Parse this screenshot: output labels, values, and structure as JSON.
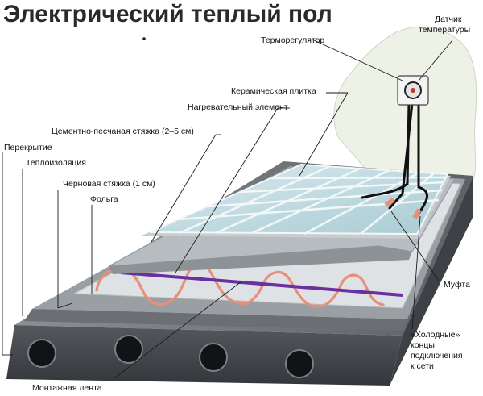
{
  "title": "Электрический теплый пол",
  "labels": {
    "thermostat": "Терморегулятор",
    "sensor_line1": "Датчик",
    "sensor_line2": "температуры",
    "tile": "Керамическая плитка",
    "heating_element": "Нагревательный элемент",
    "screed": "Цементно-песчаная стяжка (2–5 см)",
    "slab": "Перекрытие",
    "insulation": "Теплоизоляция",
    "rough_screed": "Черновая стяжка (1 см)",
    "foil": "Фольга",
    "coupling": "Муфта",
    "cold_ends_line1": "«Холодные»",
    "cold_ends_line2": "концы",
    "cold_ends_line3": "подключения",
    "cold_ends_line4": "к сети",
    "mounting_tape": "Монтажная лента"
  },
  "colors": {
    "slab": "#6f6f73",
    "slab_dark": "#3f3f44",
    "screed": "#b7bcc0",
    "tile": "#cfe3ea",
    "tile_grout": "#f2f7f8",
    "cable": "#e88f7a",
    "tape": "#6a2fa0",
    "wall": "#eef1e6"
  }
}
